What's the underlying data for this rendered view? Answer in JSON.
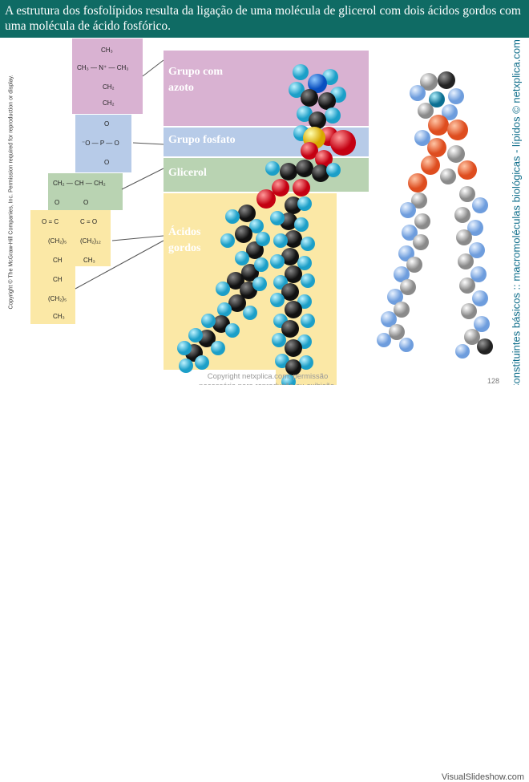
{
  "header": {
    "text": "A estrutura dos fosfolípidos resulta da ligação de uma molécula de glicerol com dois ácidos gordos com uma molécula de ácido fosfórico."
  },
  "figure": {
    "copyright_vertical": "Copyright © The McGraw-Hill Companies, Inc. Permission required for reproduction or display.",
    "choline": {
      "ch3_top": "CH₃",
      "ch3_left": "CH₃ — N⁺ — CH₃",
      "n_ch2_a": "CH₂",
      "n_ch2_b": "CH₂"
    },
    "phosphate": {
      "o_top": "O",
      "line": "⁻O — P — O",
      "o_bottom": "O"
    },
    "glycerol": {
      "line": "CH₂ — CH — CH₂"
    },
    "fatty_left": {
      "o": "O",
      "c": "O = C",
      "a": "(CH₂)₅",
      "b": "CH",
      "c2": "CH",
      "d": "(CH₂)₅",
      "e": "CH₃"
    },
    "fatty_right": {
      "o": "O",
      "c": "C = O",
      "a": "(CH₂)₁₂",
      "b": "CH₃"
    },
    "labels": {
      "nitrogen_group": "Grupo com azoto",
      "phosphate_group": "Grupo fosfato",
      "glycerol": "Glicerol",
      "fatty_acids": "Ácidos gordos"
    },
    "colors": {
      "nitrogen": "#d9b2d2",
      "phosphate": "#b7cbe8",
      "glycerol": "#b9d3b2",
      "fatty": "#fbe8a6"
    }
  },
  "side_caption": "Constituintes básicos :: macromoléculas biológicas - lípidos © netxplica.com",
  "watermark": {
    "line1": "Copyright netxplica.com: permissão",
    "line2": "necessária para reprodução ou exibição."
  },
  "page_number": "128",
  "footer": {
    "brand": "VisualSlideshow.com"
  }
}
